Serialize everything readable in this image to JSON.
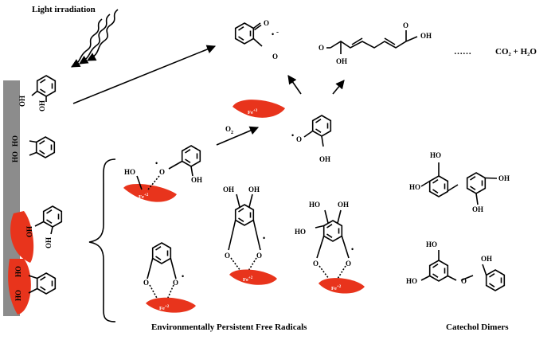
{
  "labels": {
    "light": "Light irradiation",
    "o2": "O",
    "o2_sub": "2",
    "co2h2o": "CO₂ + H₂O",
    "ellipsis": "……",
    "epfr": "Environmentally Persistent Free Radicals",
    "dimers": "Catechol Dimers",
    "fe3": "Fe",
    "fe3_sup": "+3",
    "fe2": "Fe",
    "fe2_sup": "+2",
    "oh": "OH",
    "ho": "HO",
    "o": "O",
    "radical": "•",
    "minus": "-"
  },
  "colors": {
    "surface": "#8c8c8c",
    "iron": "#e8341c",
    "ink": "#000000"
  }
}
